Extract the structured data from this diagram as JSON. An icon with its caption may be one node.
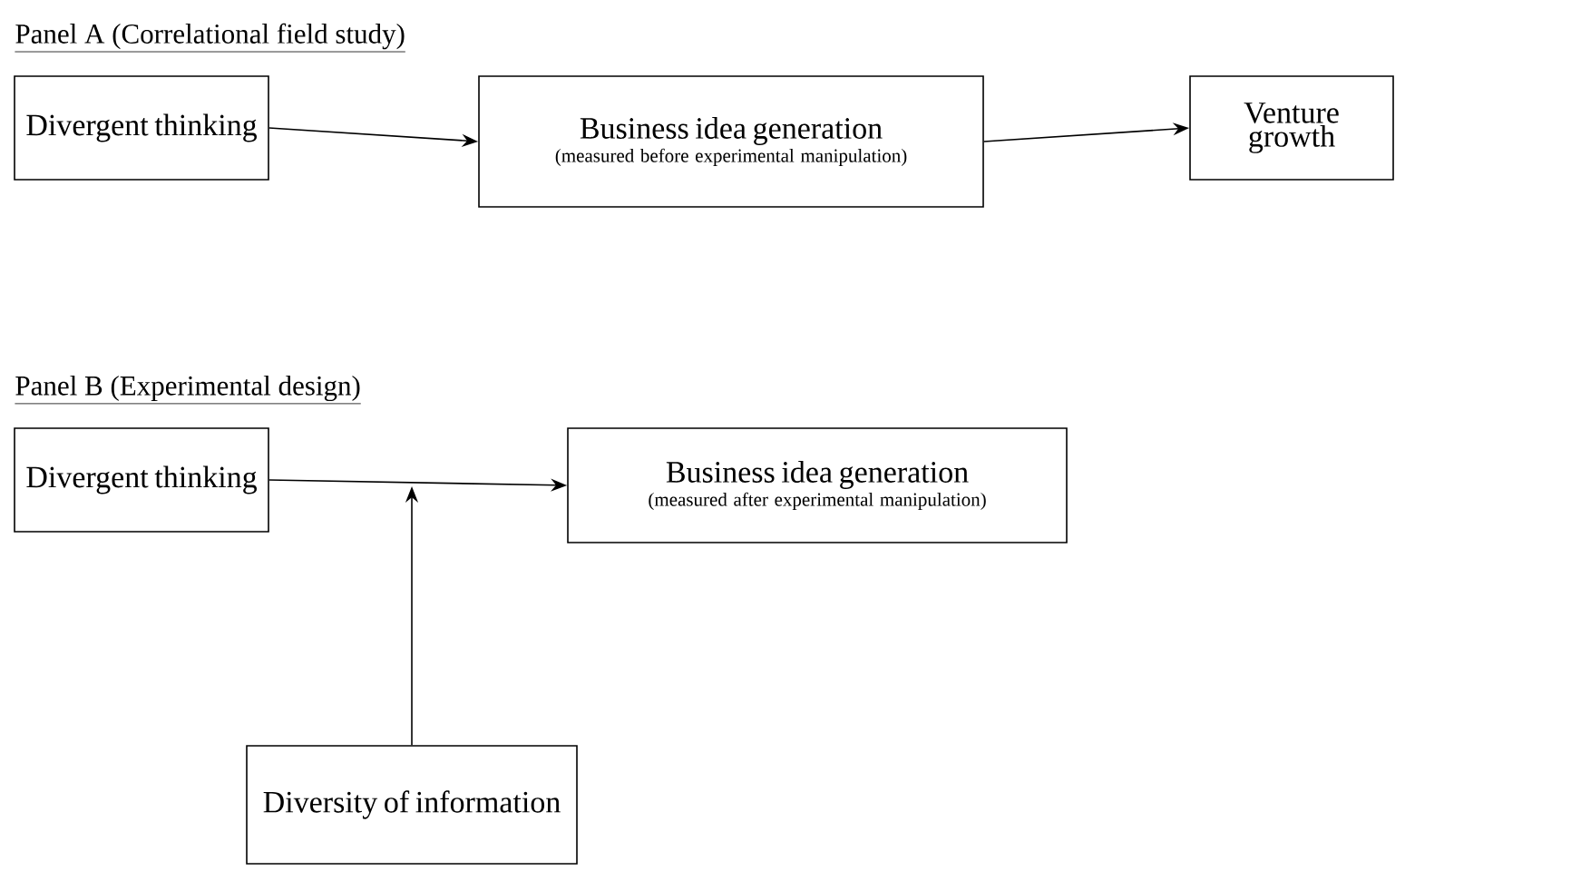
{
  "diagram": {
    "nodes": [
      {
        "text": [
          "Divergent thinking"
        ]
      },
      {
        "text": [
          "Business idea generation",
          "(measured before experimental manipulation)"
        ]
      },
      {
        "text": [
          "Venture growth"
        ]
      },
      {
        "text": [
          "Divergent thinking"
        ]
      },
      {
        "text": [
          "Business idea generation",
          "(measured after experimental manipulation)"
        ]
      },
      {
        "text": [
          "Diversity of information"
        ]
      }
    ],
    "edges": [
      {
        "from": 0,
        "to": 1,
        "arrow": "to"
      },
      {
        "from": 1,
        "to": 2,
        "arrow": "to"
      },
      {
        "from": 3,
        "to": 4,
        "arrow": "to"
      },
      {
        "from": 5,
        "to": null,
        "arrow": "to"
      }
    ],
    "labels": [
      "Panel A (Correlational field study)",
      "Panel B (Experimental design)"
    ]
  }
}
